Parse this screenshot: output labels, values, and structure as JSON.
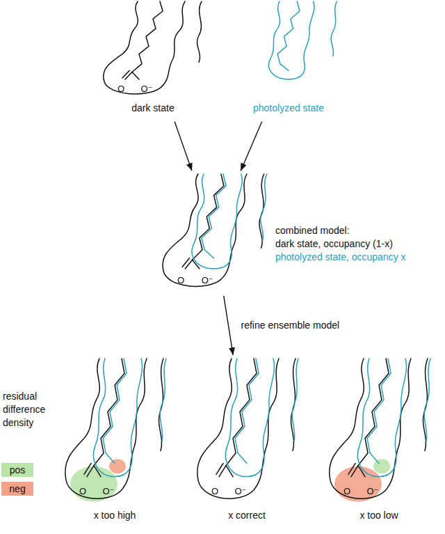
{
  "diagram": {
    "nodes": [
      {
        "text": [
          "O",
          "O⁻",
          "dark state"
        ]
      },
      {
        "text": [
          "photolyzed state"
        ]
      },
      {
        "text": [
          "O",
          "O⁻"
        ]
      },
      {
        "text": [
          "O",
          "O⁻",
          "x too high"
        ]
      },
      {
        "text": [
          "O",
          "O⁻",
          "x correct"
        ]
      },
      {
        "text": [
          "O",
          "O⁻",
          "x too low"
        ]
      }
    ],
    "edges": [
      {
        "from": 0,
        "to": 2,
        "arrow": "to"
      },
      {
        "from": 1,
        "to": 2,
        "arrow": "to"
      },
      {
        "from": 2,
        "to": 4,
        "arrow": "to",
        "label": "refine ensemble model"
      }
    ],
    "labels": [
      "combined model:",
      "dark state, occupancy (1-x)",
      "photolyzed state, occupancy x",
      "residual difference density"
    ],
    "legend": [
      {
        "text": "pos",
        "color": "#b9e4a8"
      },
      {
        "text": "neg",
        "color": "#f4a38a"
      }
    ]
  }
}
